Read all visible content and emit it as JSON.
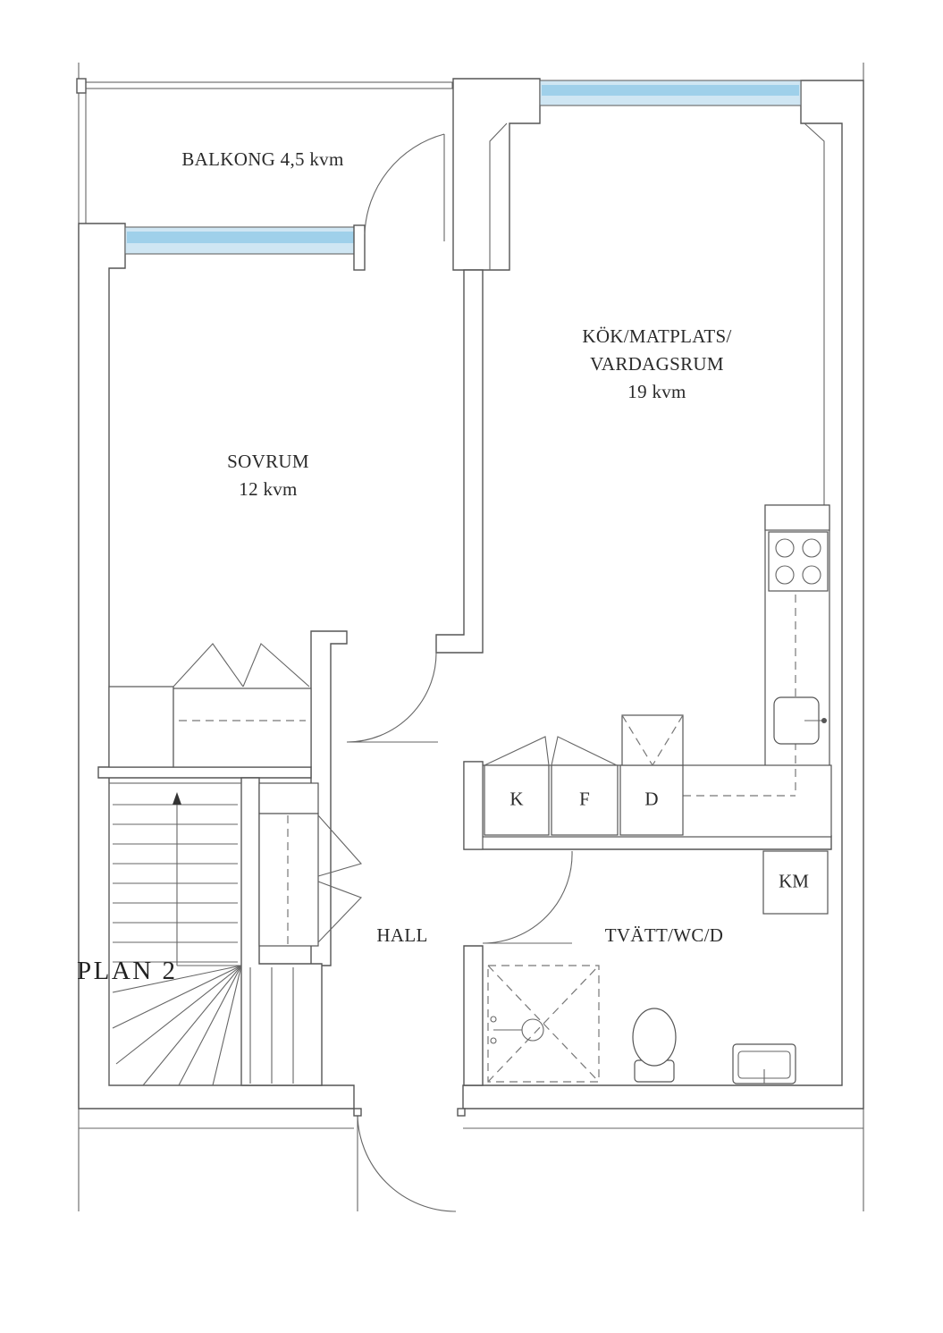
{
  "plan_title": "PLAN 2",
  "rooms": {
    "balkong": "BALKONG  4,5 kvm",
    "kok_line1": "KÖK/MATPLATS/",
    "kok_line2": "VARDAGSRUM",
    "kok_area": "19 kvm",
    "sovrum_name": "SOVRUM",
    "sovrum_area": "12 kvm",
    "hall": "HALL",
    "tvatt": "TVÄTT/WC/D"
  },
  "appliances": {
    "k": "K",
    "f": "F",
    "d": "D",
    "km": "KM"
  },
  "colors": {
    "wall_stroke": "#555555",
    "window_glass": "#9fd0ea",
    "background": "#ffffff"
  }
}
